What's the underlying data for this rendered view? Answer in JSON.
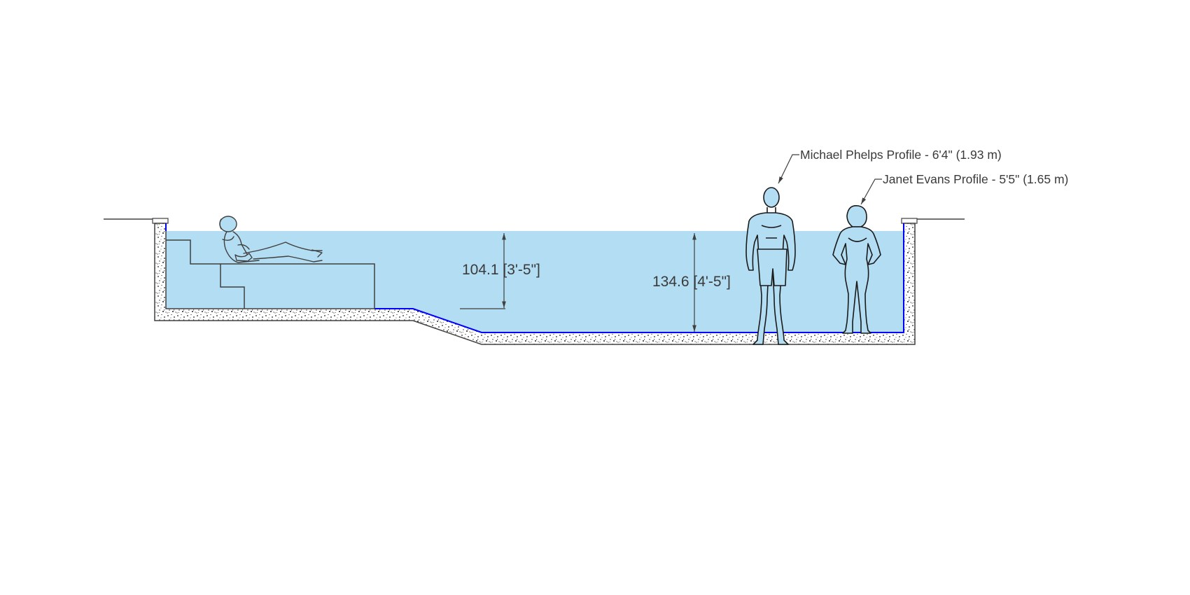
{
  "colors": {
    "water": "#b3ddf2",
    "line": "#404040",
    "water_edge": "#0000ff",
    "concrete_fill": "#ffffff",
    "concrete_speckle": "#222222"
  },
  "dimensions": {
    "shallow": {
      "metric": "104.1",
      "imperial": "[3'-5\"]",
      "label": "104.1 [3'-5\"]"
    },
    "deep": {
      "metric": "134.6",
      "imperial": "[4'-5\"]",
      "label": "134.6 [4'-5\"]"
    }
  },
  "callouts": {
    "phelps": "Michael Phelps Profile - 6'4\" (1.93 m)",
    "evans": "Janet Evans Profile - 5'5\" (1.65 m)"
  },
  "figures": {
    "reclining_swimmer": "reclining-swimmer-figure",
    "phelps": "tall-male-swimmer-figure",
    "evans": "female-swimmer-figure"
  }
}
